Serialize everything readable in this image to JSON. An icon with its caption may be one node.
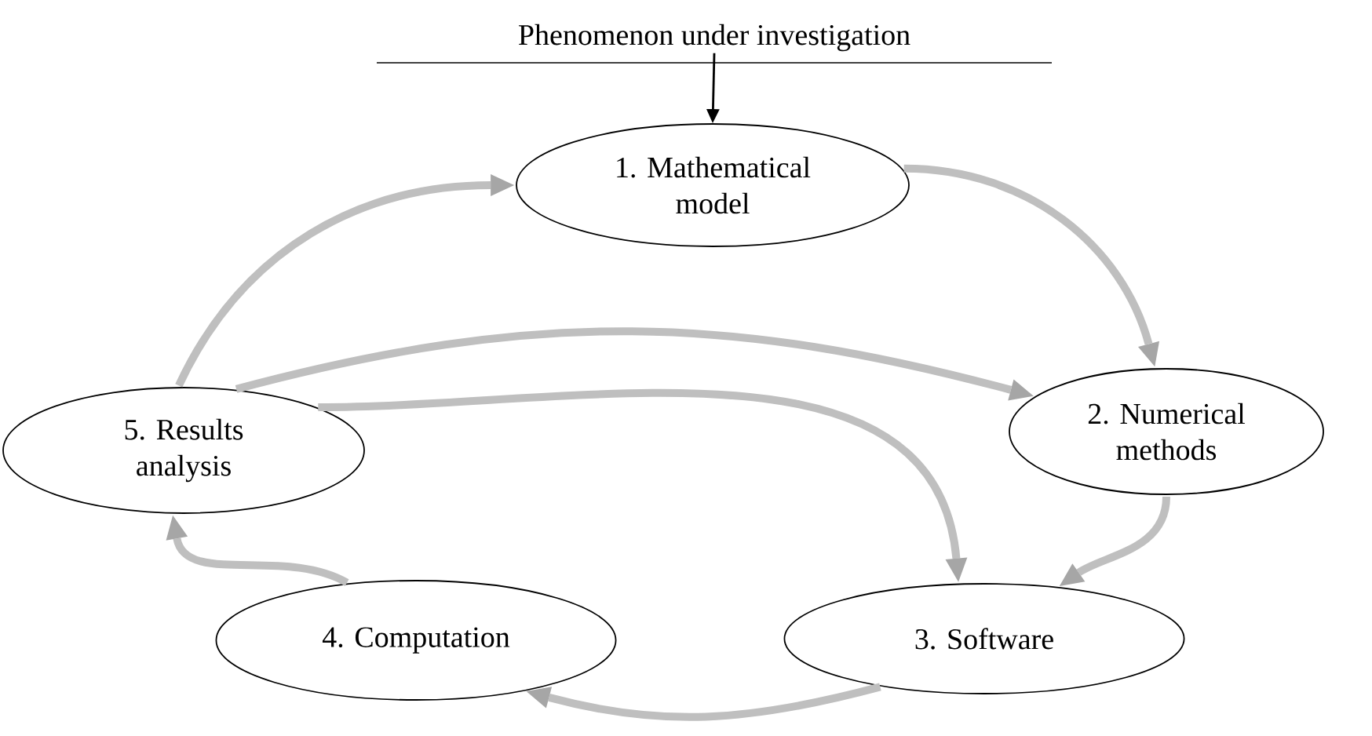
{
  "diagram": {
    "nodes": [
      {
        "text": [
          "Phenomenon under investigation"
        ]
      },
      {
        "text": [
          "1. Mathematical model"
        ]
      },
      {
        "text": [
          "2. Numerical methods"
        ]
      },
      {
        "text": [
          "3. Software"
        ]
      },
      {
        "text": [
          "4. Computation"
        ]
      },
      {
        "text": [
          "5. Results analysis"
        ]
      }
    ],
    "edges": [
      {
        "from": 0,
        "to": 1,
        "arrow": "to",
        "color": "#000000"
      },
      {
        "from": 1,
        "to": 2,
        "arrow": "to"
      },
      {
        "from": 2,
        "to": 3,
        "arrow": "to"
      },
      {
        "from": 3,
        "to": 4,
        "arrow": "to"
      },
      {
        "from": 4,
        "to": 5,
        "arrow": "to"
      },
      {
        "from": 5,
        "to": 1,
        "arrow": "to"
      },
      {
        "from": 5,
        "to": 2,
        "arrow": "to"
      },
      {
        "from": 5,
        "to": 3,
        "arrow": "to"
      }
    ]
  }
}
